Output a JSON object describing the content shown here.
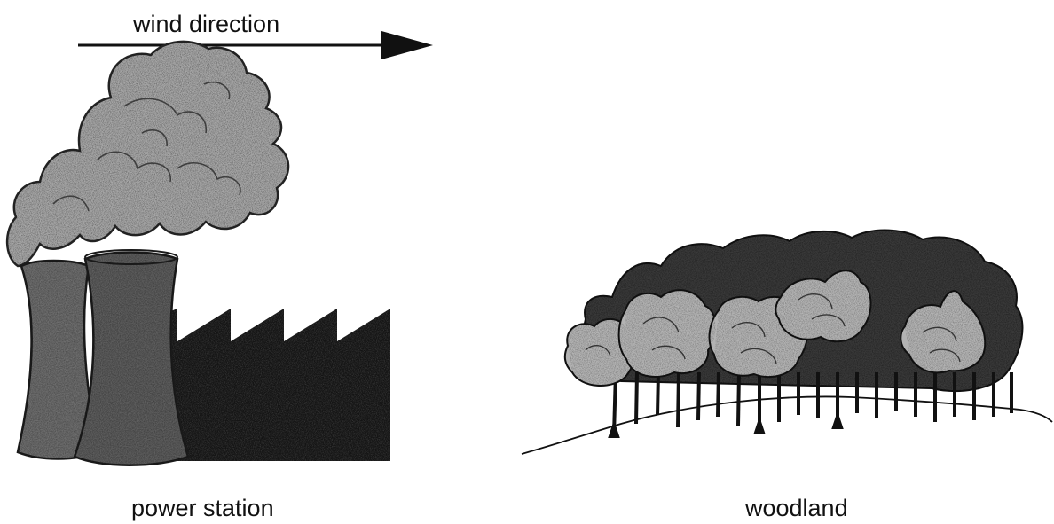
{
  "labels": {
    "wind_direction": "wind direction",
    "power_station": "power station",
    "woodland": "woodland"
  },
  "colors": {
    "ink": "#111111",
    "smoke_fill": "#a6a6a6",
    "tower_fill": "#6e6e6e",
    "factory_fill": "#141414",
    "canopy_dark": "#3a3a3a",
    "canopy_light": "#b3b3b3"
  }
}
